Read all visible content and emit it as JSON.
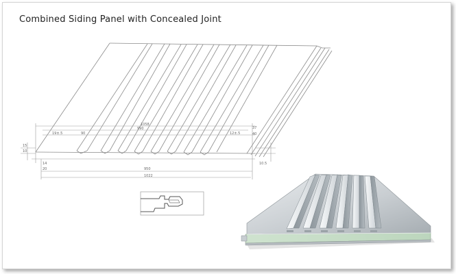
{
  "title": "Combined Siding Panel with Concealed Joint",
  "dimensions": {
    "top_width": "1058",
    "inner_width": "990",
    "bottom_width": "950",
    "overall_width": "1022",
    "left_offset": "19±.5",
    "rib_spacing": "90",
    "right_offset": "12±.5",
    "right_small": "37",
    "right_depth": "40",
    "left_edge_a": "15",
    "left_edge_b": "10",
    "right_edge_a": "10.5",
    "bottom_small_a": "14",
    "bottom_small_b": "20"
  }
}
